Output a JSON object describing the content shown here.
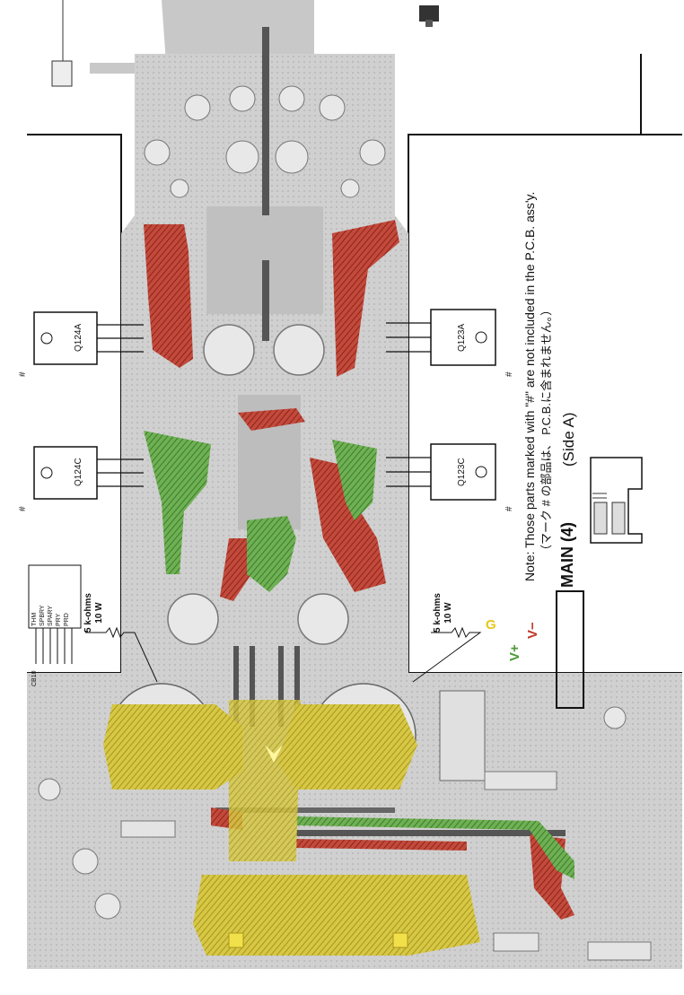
{
  "note": {
    "main": "Note: Those parts marked with \"#\" are not included in the P.C.B. ass'y.",
    "japanese": "（マーク # の部品は、 P.C.B.に含まれません。）"
  },
  "board_title": {
    "main": "MAIN (4)",
    "side": "(Side A)"
  },
  "resistor_labels": {
    "left": "5 k-ohms",
    "left_watt": "10 W",
    "right": "5 k-ohms",
    "right_watt": "10 W"
  },
  "transistors": [
    {
      "ref": "Q124A"
    },
    {
      "ref": "Q124C"
    },
    {
      "ref": "Q123A"
    },
    {
      "ref": "Q123C"
    }
  ],
  "hash_mark": "#",
  "connector_pins": [
    "THM",
    "SPBRY",
    "SPARY",
    "PRY",
    "PRD"
  ],
  "connector_ref": "CB10",
  "legend_marks": {
    "gnd": "G",
    "minus": "V−",
    "plus": "V+"
  },
  "colors": {
    "pcb_gray": "#cfcfcf",
    "copper_dark": "#a8a8a8",
    "trace_red": "#b83a2e",
    "trace_green": "#4f9a3a",
    "trace_yellow": "#c9b82a",
    "ink": "#111111"
  }
}
